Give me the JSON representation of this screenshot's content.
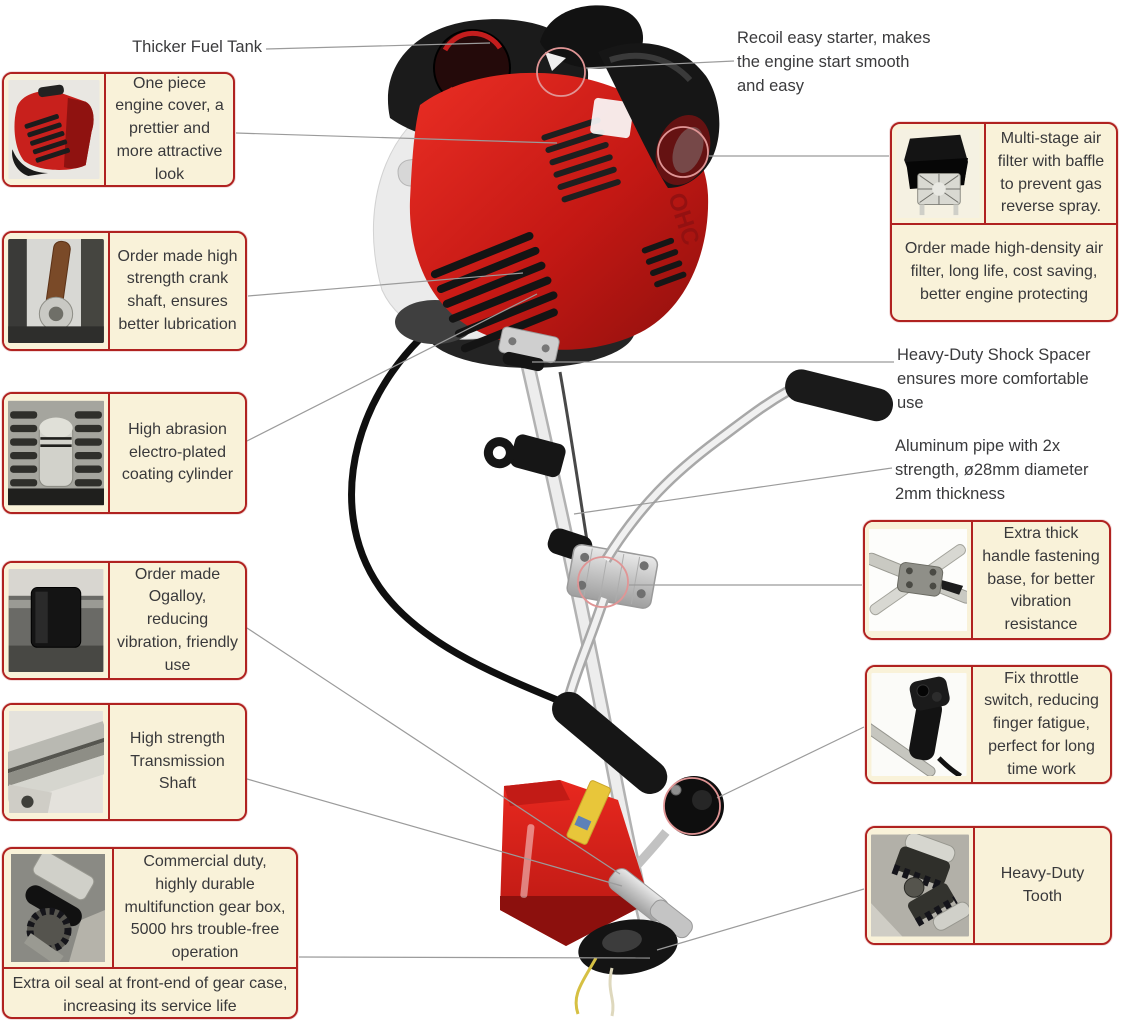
{
  "title_labels": {
    "fuel_tank": "Thicker Fuel Tank",
    "recoil": "Recoil easy starter, makes the engine start smooth and easy",
    "shock_spacer": "Heavy-Duty Shock Spacer ensures more comfortable use",
    "aluminum_pipe": "Aluminum pipe with 2x strength, ø28mm diameter 2mm thickness"
  },
  "left_callouts": [
    {
      "photo": "engine-cover-photo",
      "text": "One piece engine cover, a prettier and more attractive look"
    },
    {
      "photo": "crank-shaft-photo",
      "text": "Order made high strength crank shaft, ensures better lubrication"
    },
    {
      "photo": "piston-cylinder-photo",
      "text": "High abrasion electro-plated coating cylinder"
    },
    {
      "photo": "ogalloy-damper-photo",
      "text": "Order made Ogalloy, reducing vibration, friendly use"
    },
    {
      "photo": "transmission-shaft-photo",
      "text": "High strength Transmission Shaft"
    },
    {
      "photo": "gear-box-photo",
      "text": "Commercial duty, highly durable multifunction gear box, 5000 hrs trouble-free operation"
    },
    {
      "photo": "",
      "text": "Extra oil seal at front-end of gear case, increasing its service life"
    }
  ],
  "right_callouts": [
    {
      "photo": "air-filter-photo",
      "text": "Multi-stage air filter with baffle to prevent gas reverse spray."
    },
    {
      "photo": "",
      "text": "Order made high-density air filter, long life, cost saving, better engine protecting"
    },
    {
      "photo": "handle-base-photo",
      "text": "Extra thick handle fastening base, for better vibration resistance"
    },
    {
      "photo": "throttle-switch-photo",
      "text": "Fix throttle switch, reducing finger fatigue, perfect for long time work"
    },
    {
      "photo": "bevel-gear-photo",
      "text": "Heavy-Duty Tooth"
    }
  ],
  "product": {
    "engine_marking": "OHC"
  },
  "colors": {
    "box_background": "#f9f2d9",
    "box_border": "#b02220",
    "text": "#39393b",
    "connector_line": "#9b9b9b",
    "highlight_circle": "#e09595",
    "engine_red": "#d92420",
    "guard_red": "#d92420",
    "metal_gray": "#d4d4d4",
    "black_parts": "#161616",
    "trimmer_line_yellow": "#d6c043"
  }
}
